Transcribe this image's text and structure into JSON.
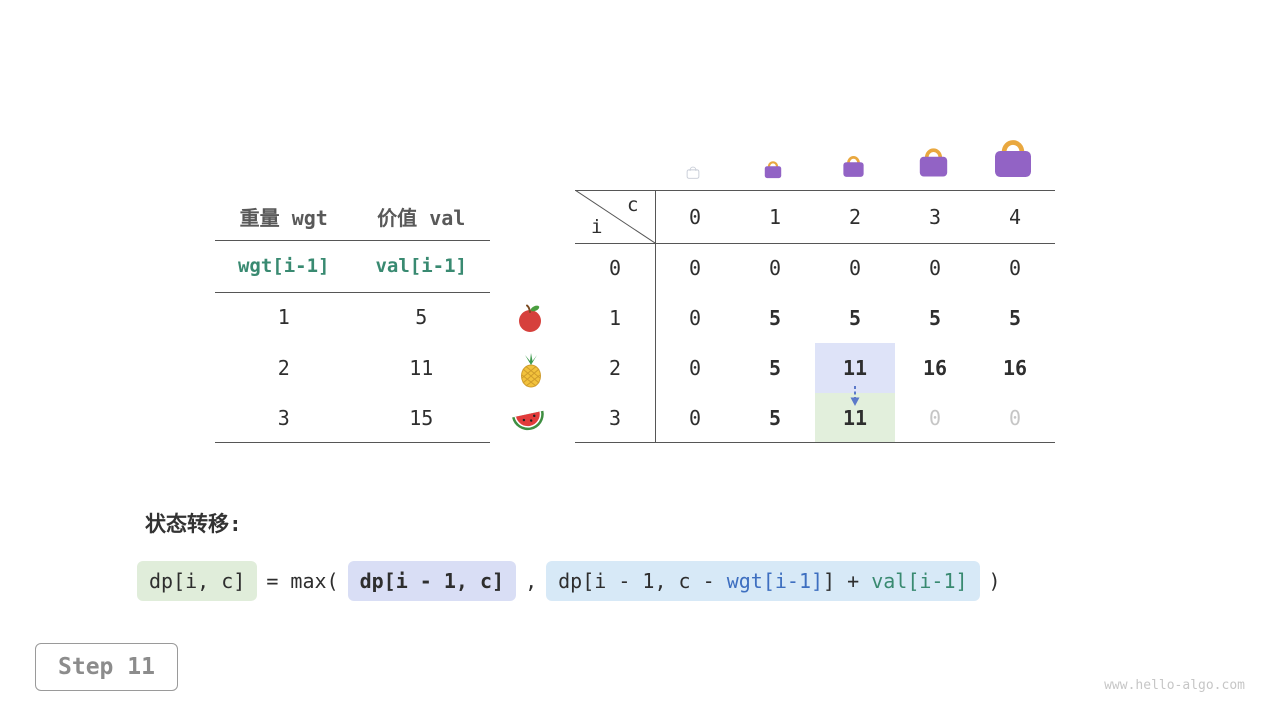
{
  "page": {
    "transition_label": "状态转移:",
    "step_label": "Step 11",
    "watermark": "www.hello-algo.com"
  },
  "items_table": {
    "col1_header": "重量 wgt",
    "col2_header": "价值 val",
    "index_row": {
      "wgt": "wgt[i-1]",
      "val": "val[i-1]"
    },
    "rows": [
      {
        "wgt": "1",
        "val": "5",
        "icon": "apple"
      },
      {
        "wgt": "2",
        "val": "11",
        "icon": "pineapple"
      },
      {
        "wgt": "3",
        "val": "15",
        "icon": "watermelon"
      }
    ]
  },
  "dp_table": {
    "corner": {
      "col_var": "c",
      "row_var": "i"
    },
    "col_headers": [
      "0",
      "1",
      "2",
      "3",
      "4"
    ],
    "rows": [
      {
        "label": "0",
        "cells": [
          "0",
          "0",
          "0",
          "0",
          "0"
        ]
      },
      {
        "label": "1",
        "cells": [
          "0",
          "5",
          "5",
          "5",
          "5"
        ]
      },
      {
        "label": "2",
        "cells": [
          "0",
          "5",
          "11",
          "16",
          "16"
        ]
      },
      {
        "label": "3",
        "cells": [
          "0",
          "5",
          "11",
          "0",
          "0"
        ]
      }
    ],
    "bag_icons": [
      "bag-capacity-0",
      "bag-capacity-1",
      "bag-capacity-2",
      "bag-capacity-3",
      "bag-capacity-4"
    ],
    "highlighted_cells": [
      {
        "row": 2,
        "col": 2,
        "value": "11",
        "highlight": "blue"
      },
      {
        "row": 3,
        "col": 2,
        "value": "11",
        "highlight": "green"
      }
    ]
  },
  "formula": {
    "lhs": "dp[i, c]",
    "mid1": "= max(",
    "arg1": "dp[i - 1, c]",
    "comma": ",",
    "arg2_pre": "dp[i - 1, c - ",
    "arg2_wgt": "wgt[i-1]",
    "arg2_mid": "] + ",
    "arg2_val": "val[i-1]",
    "close": ")"
  },
  "colors": {
    "teal_text": "#398a71",
    "blue_text": "#3e6fc0",
    "cell_highlight_blue": "#dee3f8",
    "cell_highlight_green": "#e2efdc",
    "formula_box_green": "#e0edda",
    "formula_box_lavender": "#d9def5",
    "formula_box_blue": "#d7e9f7",
    "bag_body": "#9263c5",
    "bag_handle": "#e9a83f",
    "muted_zero": "#c6c6c6"
  }
}
